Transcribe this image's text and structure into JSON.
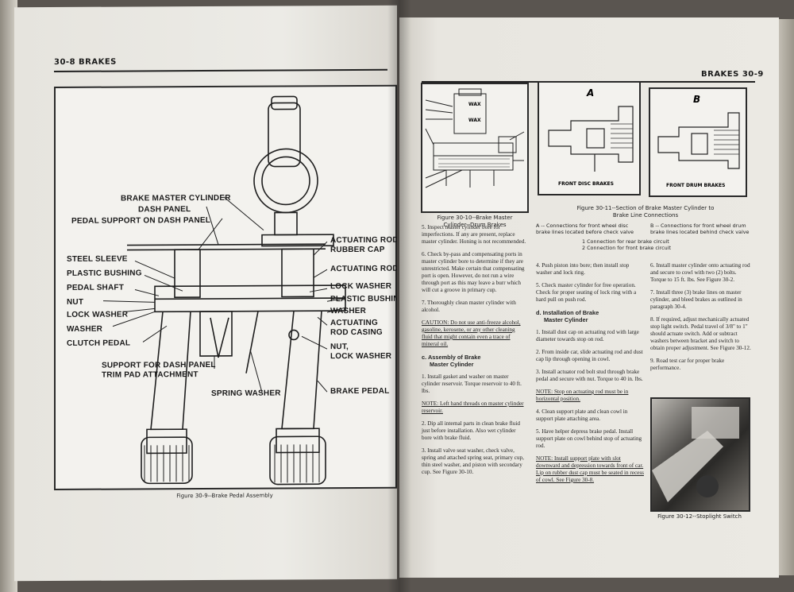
{
  "left": {
    "running_head": "30-8  BRAKES",
    "figure_caption": "Figure 30-9--Brake Pedal Assembly",
    "labels": {
      "master_cylinder": "BRAKE MASTER CYLINDER",
      "dash_panel": "DASH PANEL",
      "pedal_support": "PEDAL SUPPORT ON DASH PANEL",
      "steel_sleeve": "STEEL SLEEVE",
      "plastic_bushing_l": "PLASTIC BUSHING",
      "pedal_shaft": "PEDAL SHAFT",
      "nut": "NUT",
      "lock_washer_l": "LOCK WASHER",
      "washer_l": "WASHER",
      "clutch_pedal": "CLUTCH PEDAL",
      "support_dash": "SUPPORT FOR DASH PANEL",
      "trim_pad": "TRIM PAD ATTACHMENT",
      "spring_washer": "SPRING WASHER",
      "actuating_rod": "ACTUATING ROD",
      "rubber_cap": "RUBBER CAP",
      "actuating_rod2": "ACTUATING ROD",
      "lock_washer_r": "LOCK WASHER",
      "plastic_bushing_r": "PLASTIC BUSHING",
      "washer_r": "WASHER",
      "actuating_casing1": "ACTUATING",
      "actuating_casing2": "ROD CASING",
      "nut_lock1": "NUT,",
      "nut_lock2": "LOCK WASHER",
      "brake_pedal": "BRAKE PEDAL"
    }
  },
  "right": {
    "running_head": "BRAKES  30-9",
    "fig10_caption1": "Figure 30-10--Brake Master",
    "fig10_caption2": "Cylinder--Drum Brakes",
    "fig11_caption1": "Figure 30-11--Section of Brake Master Cylinder to",
    "fig11_caption2": "Brake Line Connections",
    "fig11_a": "A",
    "fig11_b": "B",
    "fig11_a_label": "FRONT DISC BRAKES",
    "fig11_b_label": "FRONT DRUM BRAKES",
    "wax": "WAX",
    "wax2": "WAX",
    "legend_a": "A -- Connections for front wheel disc brake lines located before check valve",
    "legend_b": "B -- Connections for front wheel drum brake lines located behind check valve",
    "legend_1": "1  Connection for rear brake circuit",
    "legend_2": "2  Connection for front brake circuit",
    "col1": {
      "p5": "5. Inspect master cylinder bore for imperfections. If any are present, replace master cylinder. Honing is not recommended.",
      "p6": "6. Check by-pass and compensating ports in master cylinder bore to determine if they are unrestricted. Make certain that compensating port is open. However, do not run a wire through port as this may leave a burr which will cut a groove in primary cup.",
      "p7": "7. Thoroughly clean master cylinder with alcohol.",
      "caution": "CAUTION: Do not use anti-freeze alcohol, gasoline, kerosene, or any other cleaning fluid that might contain even a trace of mineral oil.",
      "c_head1": "c. Assembly of Brake",
      "c_head2": "Master Cylinder",
      "p1": "1. Install gasket and washer on master cylinder reservoir. Torque reservoir to 40 ft. lbs.",
      "note1": "NOTE: Left hand threads on master cylinder reservoir.",
      "p2": "2. Dip all internal parts in clean brake fluid just before installation. Also wet cylinder bore with brake fluid.",
      "p3": "3. Install valve seat washer, check valve, spring and attached spring seat, primary cup, thin steel washer, and piston with secondary cup. See Figure 30-10."
    },
    "col2": {
      "p4": "4. Push piston into bore; then install stop washer and lock ring.",
      "p5": "5. Check master cylinder for free operation. Check for proper seating of lock ring with a hard pull on push rod.",
      "d_head1": "d. Installation of Brake",
      "d_head2": "Master Cylinder",
      "p1": "1. Install dust cap on actuating rod with large diameter towards stop on rod.",
      "p2": "2. From inside car, slide actuating rod and dust cap lip through opening in cowl.",
      "p3": "3. Install actuator rod bolt stud through brake pedal and secure with nut. Torque to 40 in. lbs.",
      "note2": "NOTE: Stop on actuating rod must be in horizontal position.",
      "p4b": "4. Clean support plate and clean cowl in support plate attaching area.",
      "p5b": "5. Have helper depress brake pedal. Install support plate on cowl behind stop of actuating rod.",
      "note3": "NOTE: Install support plate with slot downward and depression towards front of car. Lip on rubber dust cap must be seated in recess of cowl. See Figure 30-8."
    },
    "col3": {
      "p6": "6. Install master cylinder onto actuating rod and secure to cowl with two (2) bolts. Torque to 15 ft. lbs. See Figure 30-2.",
      "p7": "7. Install three (3) brake lines on master cylinder, and bleed brakes as outlined in paragraph 30-4.",
      "p8": "8. If required, adjust mechanically actuated stop light switch. Pedal travel of 3/8\" to 1\" should actuate switch. Add or subtract washers between bracket and switch to obtain proper adjustment. See Figure 30-12.",
      "p9": "9. Road test car for proper brake performance.",
      "fig12_caption": "Figure 30-12--Stoplight Switch"
    }
  }
}
